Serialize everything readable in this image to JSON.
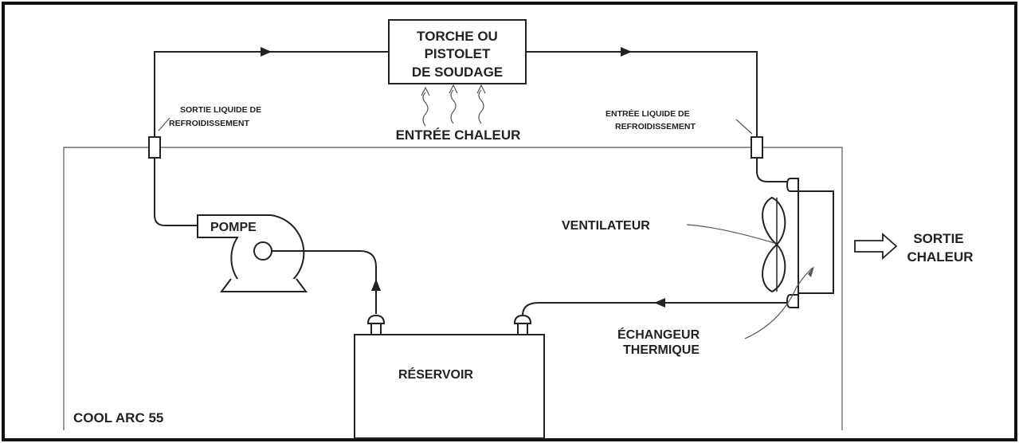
{
  "torch_box": {
    "line1": "TORCHE OU",
    "line2": "PISTOLET",
    "line3": "DE SOUDAGE"
  },
  "heat_in": "ENTRÉE CHALEUR",
  "coolant_out": {
    "line1": "SORTIE LIQUIDE DE",
    "line2": "REFROIDISSEMENT"
  },
  "coolant_in": {
    "line1": "ENTRÉE LIQUIDE DE",
    "line2": "REFROIDISSEMENT"
  },
  "pump": "POMPE",
  "fan": "VENTILATEUR",
  "heat_out": {
    "line1": "SORTIE",
    "line2": "CHALEUR"
  },
  "heat_exchanger": {
    "line1": "ÉCHANGEUR",
    "line2": "THERMIQUE"
  },
  "reservoir": "RÉSERVOIR",
  "unit_name": "COOL ARC 55",
  "colors": {
    "line": "#222222",
    "background": "#ffffff"
  }
}
